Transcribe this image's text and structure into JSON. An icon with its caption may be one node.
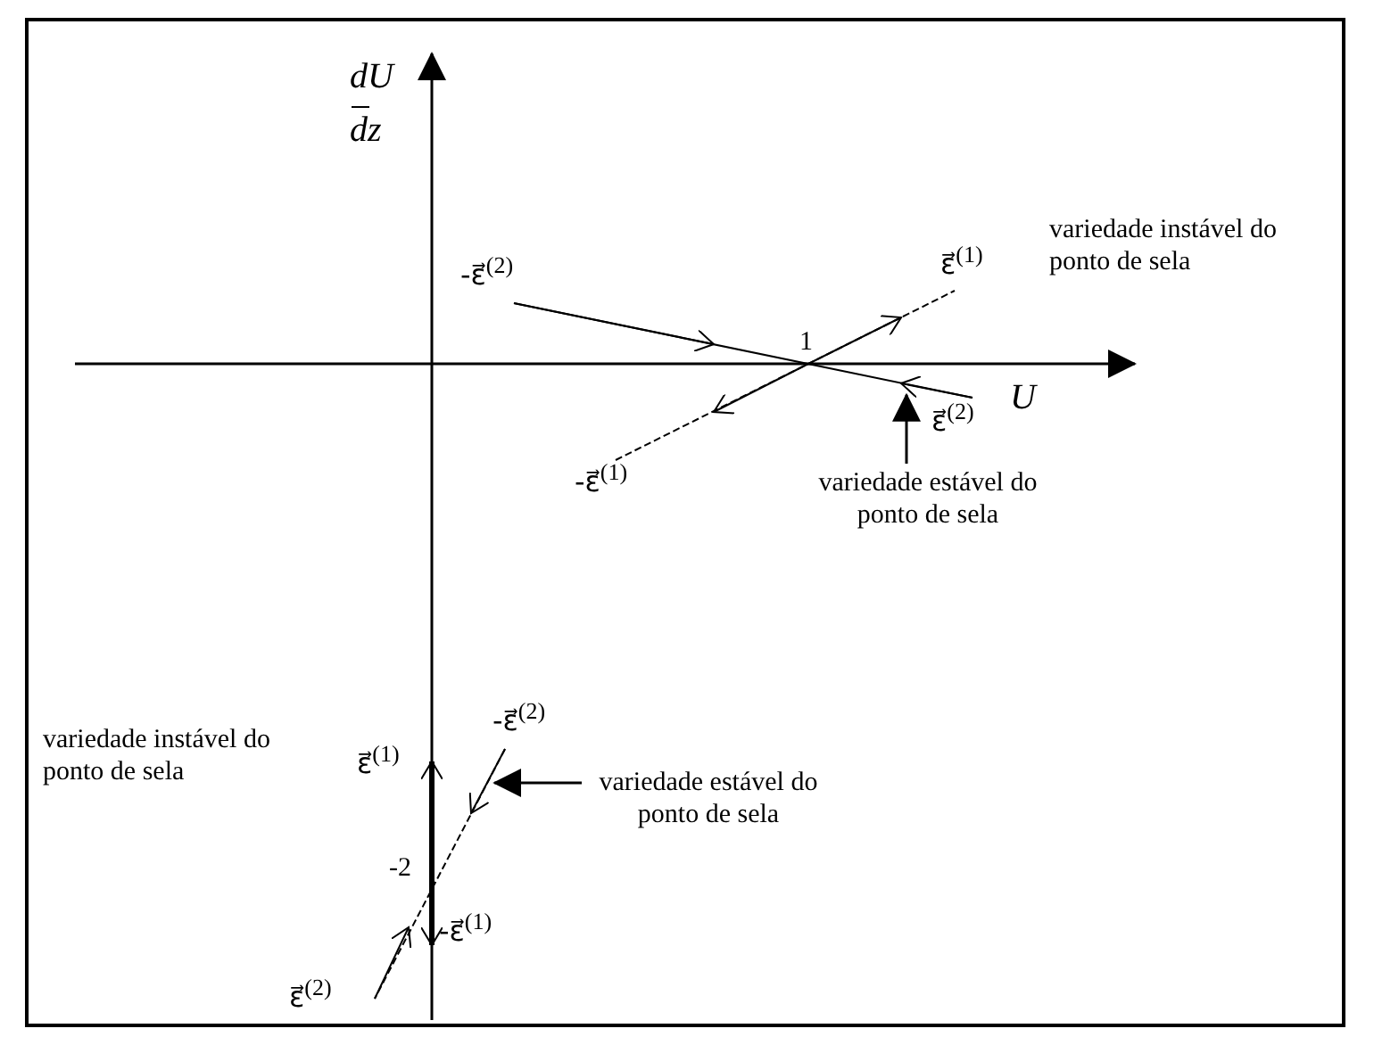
{
  "diagram": {
    "nodes": [
      {
        "text": [
          "variedade estável do ponto de sela"
        ]
      },
      {
        "text": [
          "variedade estável do ponto de sela"
        ]
      },
      {
        "text": [],
        "shape": "line"
      },
      {
        "text": [],
        "shape": "line"
      }
    ],
    "edges": [
      {
        "from": 0,
        "to": 2,
        "arrow": "to"
      },
      {
        "from": 1,
        "to": 3,
        "arrow": "to"
      }
    ],
    "labels": [
      "dU",
      "dz",
      "-ε⃗$^{(2)}$",
      "ε⃗$^{(1)}$",
      "variedade instável do ponto de sela",
      "1",
      "-ε⃗$^{(1)}$",
      "ε⃗$^{(2)}$",
      "U",
      "-ε⃗$^{(2)}$",
      "variedade instável do ponto de sela",
      "ε⃗$^{(1)}$",
      "-2",
      "-ε⃗$^{(1)}$",
      "ε⃗$^{(2)}$"
    ]
  }
}
